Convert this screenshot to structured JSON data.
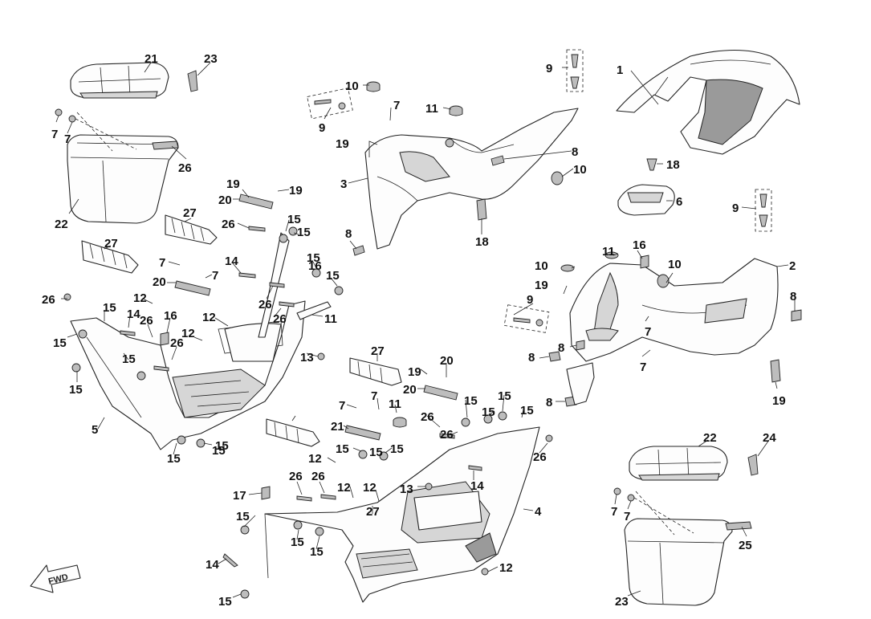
{
  "diagram": {
    "fwd_arrow_label": "FWD",
    "callouts": [
      {
        "id": "c1",
        "text": "1"
      },
      {
        "id": "c2",
        "text": "2"
      },
      {
        "id": "c3",
        "text": "3"
      },
      {
        "id": "c4",
        "text": "4"
      },
      {
        "id": "c5",
        "text": "5"
      },
      {
        "id": "c6",
        "text": "6"
      },
      {
        "id": "c7a",
        "text": "7"
      },
      {
        "id": "c7b",
        "text": "7"
      },
      {
        "id": "c7c",
        "text": "7"
      },
      {
        "id": "c7d",
        "text": "7"
      },
      {
        "id": "c7e",
        "text": "7"
      },
      {
        "id": "c7f",
        "text": "7"
      },
      {
        "id": "c7g",
        "text": "7"
      },
      {
        "id": "c7h",
        "text": "7"
      },
      {
        "id": "c7i",
        "text": "7"
      },
      {
        "id": "c7j",
        "text": "7"
      },
      {
        "id": "c7k",
        "text": "7"
      },
      {
        "id": "c8a",
        "text": "8"
      },
      {
        "id": "c8b",
        "text": "8"
      },
      {
        "id": "c8c",
        "text": "8"
      },
      {
        "id": "c8d",
        "text": "8"
      },
      {
        "id": "c8e",
        "text": "8"
      },
      {
        "id": "c8f",
        "text": "8"
      },
      {
        "id": "c9a",
        "text": "9"
      },
      {
        "id": "c9b",
        "text": "9"
      },
      {
        "id": "c9c",
        "text": "9"
      },
      {
        "id": "c9d",
        "text": "9"
      },
      {
        "id": "c10a",
        "text": "10"
      },
      {
        "id": "c10b",
        "text": "10"
      },
      {
        "id": "c10c",
        "text": "10"
      },
      {
        "id": "c10d",
        "text": "10"
      },
      {
        "id": "c11a",
        "text": "11"
      },
      {
        "id": "c11b",
        "text": "11"
      },
      {
        "id": "c11c",
        "text": "11"
      },
      {
        "id": "c11d",
        "text": "11"
      },
      {
        "id": "c12a",
        "text": "12"
      },
      {
        "id": "c12b",
        "text": "12"
      },
      {
        "id": "c12c",
        "text": "12"
      },
      {
        "id": "c12d",
        "text": "12"
      },
      {
        "id": "c12e",
        "text": "12"
      },
      {
        "id": "c12f",
        "text": "12"
      },
      {
        "id": "c12g",
        "text": "12"
      },
      {
        "id": "c13a",
        "text": "13"
      },
      {
        "id": "c13b",
        "text": "13"
      },
      {
        "id": "c14a",
        "text": "14"
      },
      {
        "id": "c14b",
        "text": "14"
      },
      {
        "id": "c14c",
        "text": "14"
      },
      {
        "id": "c14d",
        "text": "14"
      },
      {
        "id": "c15a",
        "text": "15"
      },
      {
        "id": "c15b",
        "text": "15"
      },
      {
        "id": "c15c",
        "text": "15"
      },
      {
        "id": "c15d",
        "text": "15"
      },
      {
        "id": "c15e",
        "text": "15"
      },
      {
        "id": "c15f",
        "text": "15"
      },
      {
        "id": "c15g",
        "text": "15"
      },
      {
        "id": "c15h",
        "text": "15"
      },
      {
        "id": "c15i",
        "text": "15"
      },
      {
        "id": "c15j",
        "text": "15"
      },
      {
        "id": "c15k",
        "text": "15"
      },
      {
        "id": "c15l",
        "text": "15"
      },
      {
        "id": "c15m",
        "text": "15"
      },
      {
        "id": "c15n",
        "text": "15"
      },
      {
        "id": "c15o",
        "text": "15"
      },
      {
        "id": "c15p",
        "text": "15"
      },
      {
        "id": "c15q",
        "text": "15"
      },
      {
        "id": "c15r",
        "text": "15"
      },
      {
        "id": "c15s",
        "text": "15"
      },
      {
        "id": "c15t",
        "text": "15"
      },
      {
        "id": "c15u",
        "text": "15"
      },
      {
        "id": "c15v",
        "text": "15"
      },
      {
        "id": "c16a",
        "text": "16"
      },
      {
        "id": "c16b",
        "text": "16"
      },
      {
        "id": "c16c",
        "text": "16"
      },
      {
        "id": "c17",
        "text": "17"
      },
      {
        "id": "c18a",
        "text": "18"
      },
      {
        "id": "c18b",
        "text": "18"
      },
      {
        "id": "c19a",
        "text": "19"
      },
      {
        "id": "c19b",
        "text": "19"
      },
      {
        "id": "c19c",
        "text": "19"
      },
      {
        "id": "c19d",
        "text": "19"
      },
      {
        "id": "c19e",
        "text": "19"
      },
      {
        "id": "c19f",
        "text": "19"
      },
      {
        "id": "c20a",
        "text": "20"
      },
      {
        "id": "c20b",
        "text": "20"
      },
      {
        "id": "c20c",
        "text": "20"
      },
      {
        "id": "c20d",
        "text": "20"
      },
      {
        "id": "c21a",
        "text": "21"
      },
      {
        "id": "c21b",
        "text": "21"
      },
      {
        "id": "c22a",
        "text": "22"
      },
      {
        "id": "c22b",
        "text": "22"
      },
      {
        "id": "c23a",
        "text": "23"
      },
      {
        "id": "c23b",
        "text": "23"
      },
      {
        "id": "c24",
        "text": "24"
      },
      {
        "id": "c25",
        "text": "25"
      },
      {
        "id": "c26a",
        "text": "26"
      },
      {
        "id": "c26b",
        "text": "26"
      },
      {
        "id": "c26c",
        "text": "26"
      },
      {
        "id": "c26d",
        "text": "26"
      },
      {
        "id": "c26e",
        "text": "26"
      },
      {
        "id": "c26f",
        "text": "26"
      },
      {
        "id": "c26g",
        "text": "26"
      },
      {
        "id": "c26h",
        "text": "26"
      },
      {
        "id": "c26i",
        "text": "26"
      },
      {
        "id": "c26j",
        "text": "26"
      },
      {
        "id": "c26k",
        "text": "26"
      },
      {
        "id": "c26l",
        "text": "26"
      },
      {
        "id": "c27a",
        "text": "27"
      },
      {
        "id": "c27b",
        "text": "27"
      },
      {
        "id": "c27c",
        "text": "27"
      },
      {
        "id": "c27d",
        "text": "27"
      }
    ]
  }
}
